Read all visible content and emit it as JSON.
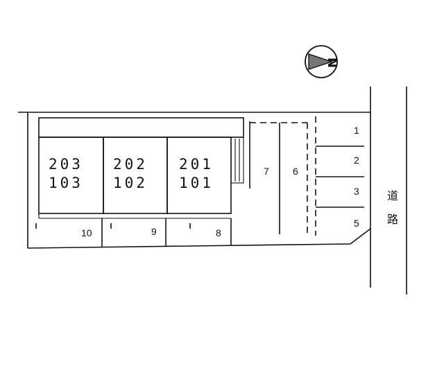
{
  "compass": {
    "north_label": "N",
    "icon": "north-arrow-icon"
  },
  "buildings": [
    {
      "upper_unit": "203",
      "lower_unit": "103"
    },
    {
      "upper_unit": "202",
      "lower_unit": "102"
    },
    {
      "upper_unit": "201",
      "lower_unit": "101"
    }
  ],
  "parking": {
    "front_slots": [
      "10",
      "9",
      "8"
    ],
    "middle_slots": [
      "7",
      "6"
    ],
    "right_slots": [
      "1",
      "2",
      "3",
      "5"
    ]
  },
  "road": {
    "label_top": "道",
    "label_bottom": "路"
  }
}
